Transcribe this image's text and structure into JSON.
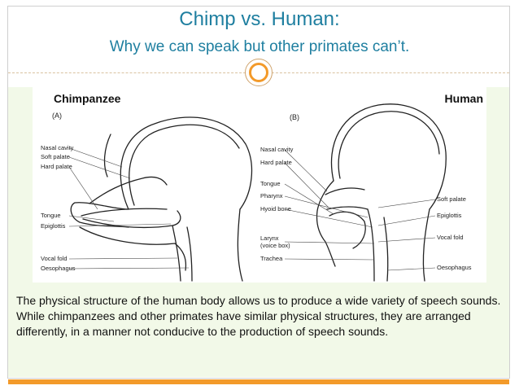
{
  "title": "Chimp vs. Human:",
  "subtitle": "Why we can speak but other primates can’t.",
  "diagram": {
    "left_heading": "Chimpanzee",
    "right_heading": "Human",
    "left_panel_letter": "(A)",
    "right_panel_letter": "(B)",
    "left_labels": {
      "nasal_cavity": "Nasal cavity",
      "soft_palate": "Soft palate",
      "hard_palate": "Hard palate",
      "tongue": "Tongue",
      "epiglottis": "Epiglottis",
      "vocal_fold": "Vocal fold",
      "oesophagus": "Oesophagus"
    },
    "center_labels": {
      "nasal_cavity": "Nasal cavity",
      "hard_palate": "Hard palate",
      "tongue": "Tongue",
      "pharynx": "Pharynx",
      "hyoid_bone": "Hyoid bone",
      "larynx": "Larynx",
      "voice_box": "(voice box)",
      "trachea": "Trachea"
    },
    "right_labels": {
      "soft_palate": "Soft palate",
      "epiglottis": "Epiglottis",
      "vocal_fold": "Vocal fold",
      "oesophagus": "Oesophagus"
    }
  },
  "caption": "The physical structure of the human body allows us to produce a wide variety of speech sounds. While chimpanzees and other primates have similar physical structures, they are arranged differently, in a manner not conducive to the production of speech sounds.",
  "colors": {
    "title": "#1f7fa0",
    "accent": "#f39a2a",
    "content_bg": "#f2f9e8"
  }
}
